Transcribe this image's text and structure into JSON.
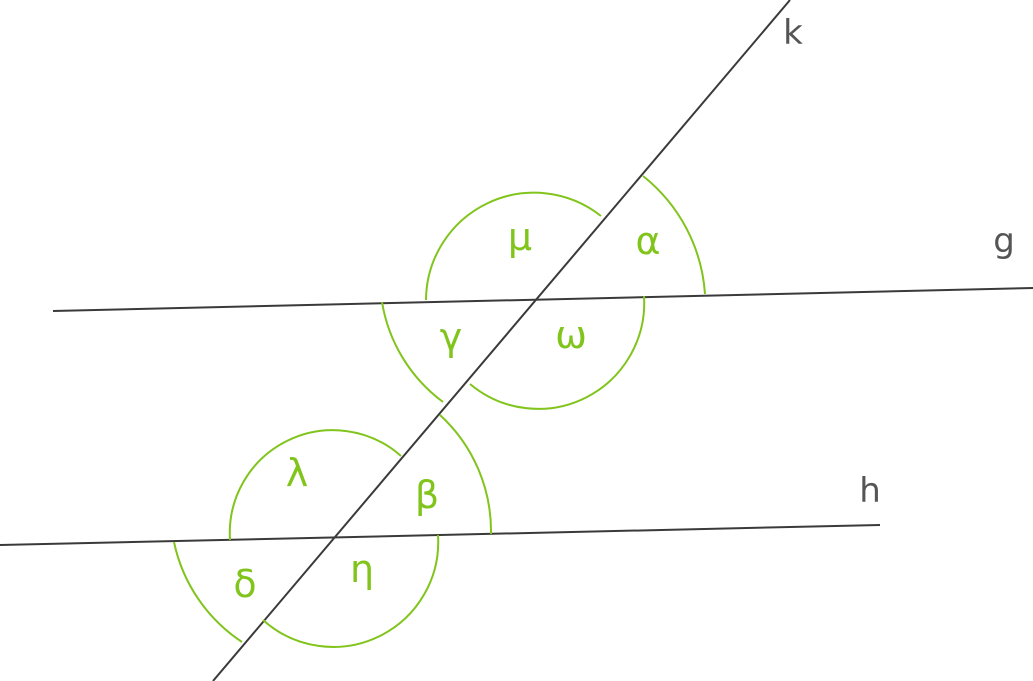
{
  "lines": {
    "k": "k",
    "g": "g",
    "h": "h"
  },
  "angles": {
    "alpha": "α",
    "mu": "μ",
    "gamma": "γ",
    "omega": "ω",
    "lambda": "λ",
    "beta": "β",
    "delta": "δ",
    "eta": "η"
  },
  "colors": {
    "angle": "#80c41c",
    "line": "#3a3a3a",
    "label": "#555555"
  }
}
